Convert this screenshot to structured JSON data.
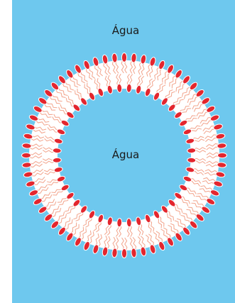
{
  "diagram": {
    "outer_label": "Água",
    "inner_label": "Água",
    "colors": {
      "water": "#6ec8ee",
      "head": "#e3262e",
      "head_outline": "#ffffff",
      "tail": "#f2a48c",
      "core": "#ffffff"
    },
    "outer_leaflet_heads": 64,
    "inner_leaflet_heads": 44
  }
}
